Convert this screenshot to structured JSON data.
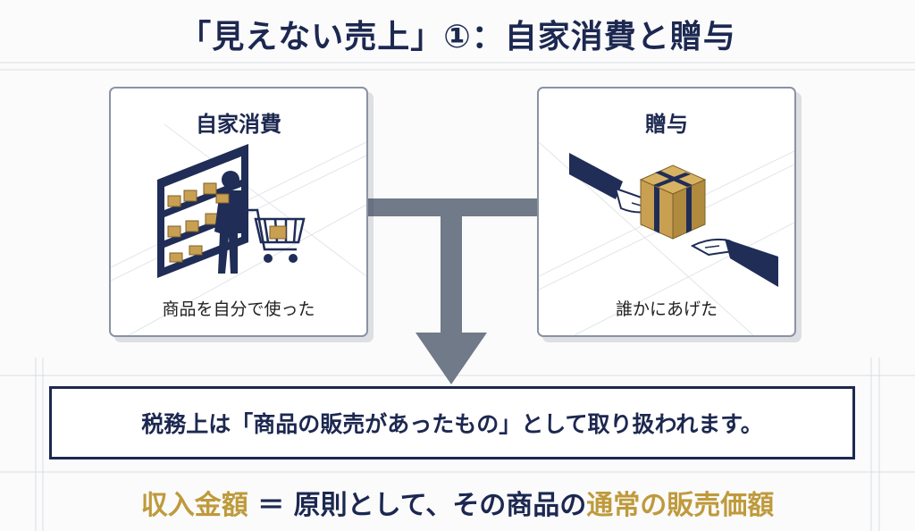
{
  "title": "「見えない売上」①：自家消費と贈与",
  "cards": {
    "self_consumption": {
      "title": "自家消費",
      "caption": "商品を自分で使った"
    },
    "gift": {
      "title": "贈与",
      "caption": "誰かにあげた"
    }
  },
  "result_text": "税務上は「商品の販売があったもの」として取り扱われます。",
  "bottom": {
    "label": "収入金額",
    "equals": " ＝ 原則として、その商品の",
    "highlight": "通常の販売価額"
  },
  "colors": {
    "navy": "#1c2850",
    "gold": "#bf9a3c",
    "connector_gray": "#707a88"
  },
  "icons": [
    "person-with-shelf-icon",
    "shopping-cart-icon",
    "gift-box-icon",
    "giving-hand-icon",
    "receiving-hand-icon",
    "down-arrow-icon"
  ]
}
